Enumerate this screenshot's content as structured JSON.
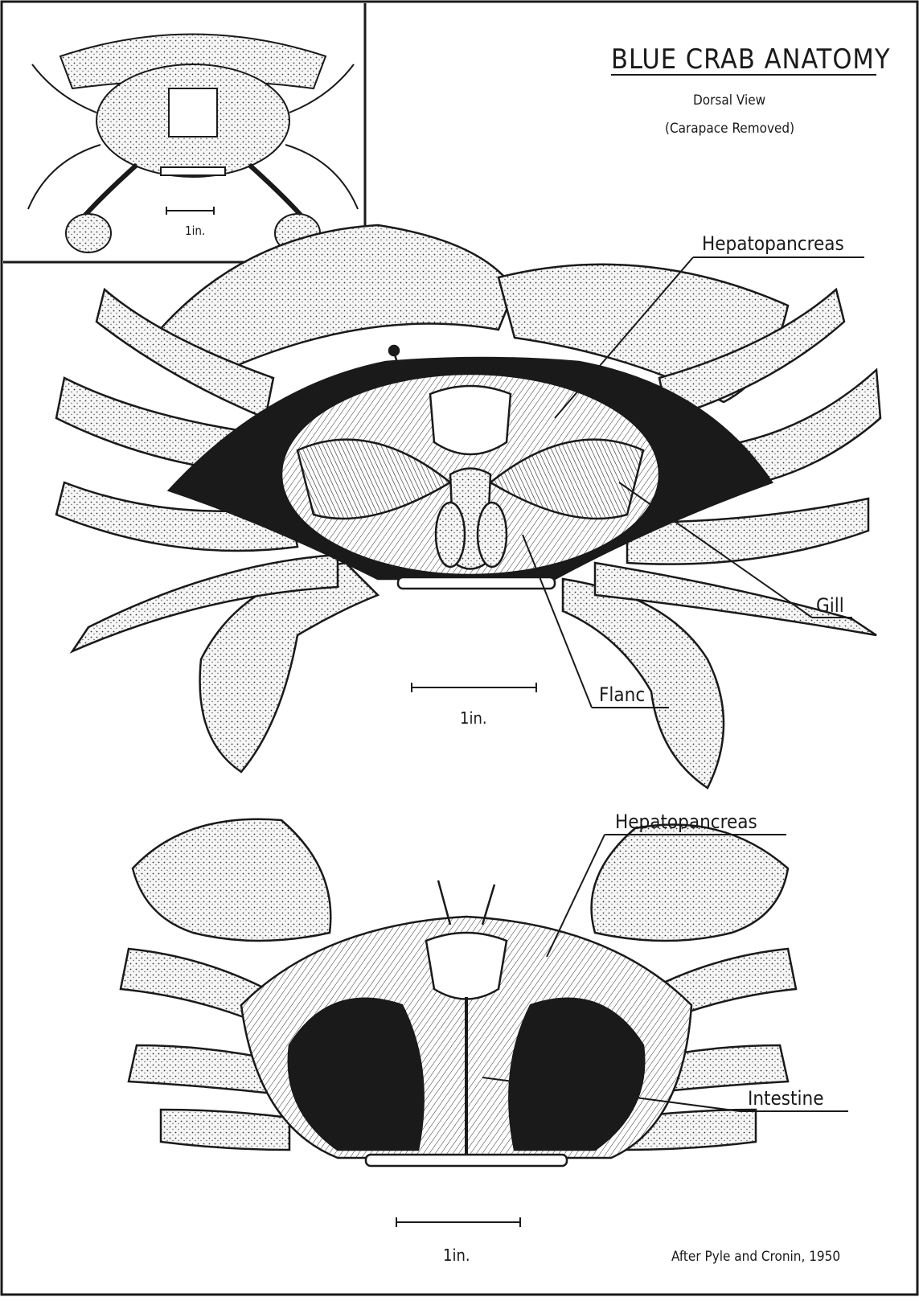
{
  "title": "BLUE CRAB ANATOMY",
  "subtitle": "Dorsal View",
  "subtitle2": "(Carapace Removed)",
  "inset": {
    "scale_label": "1in."
  },
  "upper": {
    "scale_label": "1in.",
    "labels": {
      "hepatopancreas": "Hepatopancreas",
      "gill": "Gill",
      "flanc": "Flanc"
    }
  },
  "lower": {
    "scale_label": "1in.",
    "labels": {
      "hepatopancreas": "Hepatopancreas",
      "intestine": "Intestine"
    }
  },
  "credit": "After Pyle and Cronin, 1950",
  "colors": {
    "ink": "#1a1a1a",
    "paper": "#ffffff",
    "shell": "#ececec"
  }
}
